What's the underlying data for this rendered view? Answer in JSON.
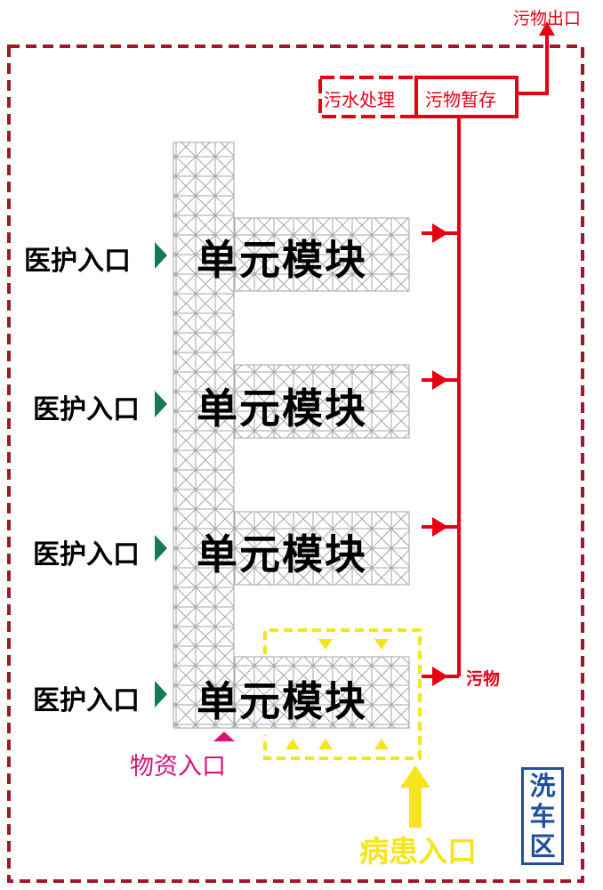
{
  "colors": {
    "sewage": "#e60012",
    "patient": "#f5e51e",
    "supply": "#d6137b",
    "staff_arrow": "#157a5c",
    "wash": "#1f4fa0",
    "grid": "#a6a6a6"
  },
  "labels": {
    "waste_exit": "污物出口",
    "sewage_treatment": "污水处理",
    "waste_storage": "污物暂存",
    "waste": "污物",
    "supply_entrance": "物资入口",
    "patient_entrance": "病患入口",
    "wash_area": [
      "洗",
      "车",
      "区"
    ]
  },
  "modules": [
    {
      "label": "单元模块",
      "entry": "医护入口"
    },
    {
      "label": "单元模块",
      "entry": "医护入口"
    },
    {
      "label": "单元模块",
      "entry": "医护入口"
    },
    {
      "label": "单元模块",
      "entry": "医护入口"
    }
  ]
}
